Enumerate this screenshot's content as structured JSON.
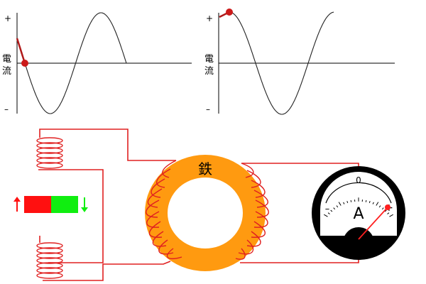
{
  "graphs": [
    {
      "plus": "+",
      "minus": "–",
      "axis_label": [
        "電",
        "流"
      ],
      "waveform": "sine",
      "marker_phase_deg": 180,
      "trace_color": "#222222",
      "marker_color": "#cc1a1a"
    },
    {
      "plus": "+",
      "minus": "–",
      "axis_label": [
        "電",
        "流"
      ],
      "waveform": "sine",
      "marker_phase_deg": 90,
      "trace_color": "#222222",
      "marker_color": "#cc1a1a"
    }
  ],
  "core": {
    "label": "鉄",
    "color": "#ff9a10"
  },
  "wire_color": "#e02020",
  "magnet": {
    "north_color": "#ff1010",
    "south_color": "#10ee10",
    "left_arrow": "up-arrow-icon",
    "right_arrow": "down-arrow-icon"
  },
  "ammeter": {
    "unit": "A",
    "zero": "0",
    "minus": "–",
    "plus": "+",
    "needle_color": "#ff2020"
  }
}
